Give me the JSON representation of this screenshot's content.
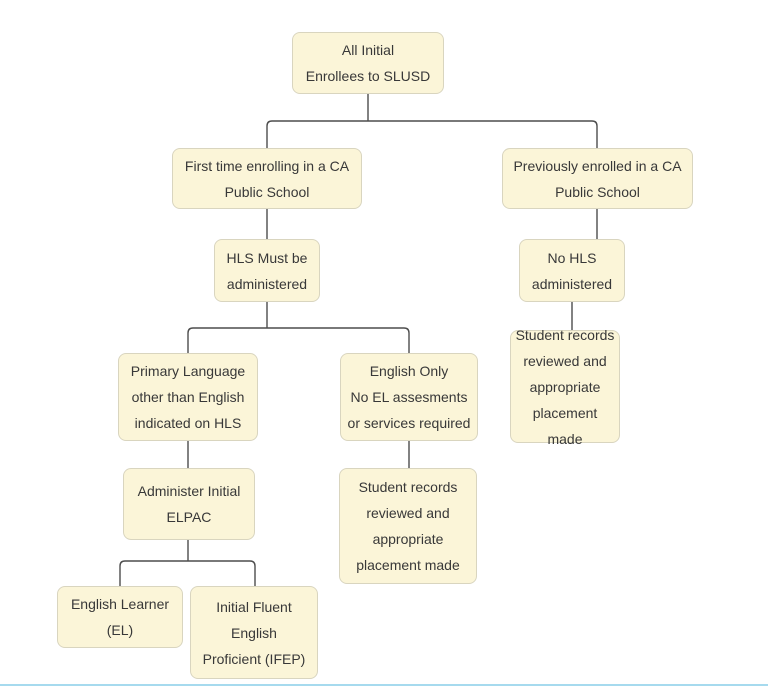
{
  "page": {
    "background_color": "#ffffff",
    "bottom_rule_color": "#a6daee"
  },
  "diagram": {
    "title": "SLUSD initial enrollee HLS / ELPAC flowchart",
    "node_fill_color": "#fbf5d8",
    "node_border_color": "#d9d5bf",
    "connector_color": "#4d4d4d",
    "nodes": [
      {
        "id": "all-initial-enrollees",
        "label": "All Initial\nEnrollees to SLUSD"
      },
      {
        "id": "first-time-enrolling",
        "label": "First time enrolling in a CA\nPublic School"
      },
      {
        "id": "previously-enrolled",
        "label": "Previously enrolled in a CA\nPublic School"
      },
      {
        "id": "hls-must-be-administered",
        "label": "HLS Must be\nadministered"
      },
      {
        "id": "no-hls-administered",
        "label": "No HLS\nadministered"
      },
      {
        "id": "primary-language-other",
        "label": "Primary Language\nother than English\nindicated on HLS"
      },
      {
        "id": "english-only",
        "label": "English Only\nNo EL assesments\nor services required"
      },
      {
        "id": "student-records-right",
        "label": "Student records\nreviewed and\nappropriate\nplacement made"
      },
      {
        "id": "administer-initial-elpac",
        "label": "Administer Initial\nELPAC"
      },
      {
        "id": "student-records-middle",
        "label": "Student records\nreviewed and\nappropriate\nplacement made"
      },
      {
        "id": "english-learner-el",
        "label": "English Learner\n(EL)"
      },
      {
        "id": "initial-fluent-ifep",
        "label": "Initial Fluent\nEnglish\nProficient (IFEP)"
      }
    ]
  }
}
